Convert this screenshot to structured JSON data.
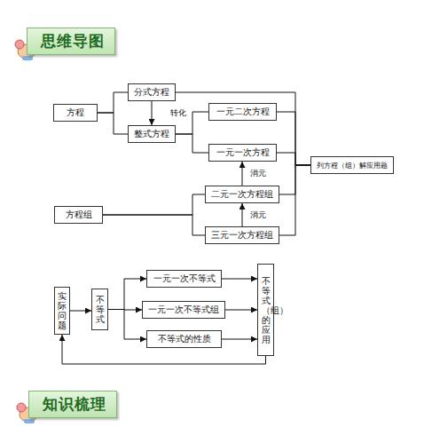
{
  "diagram": {
    "nodes": [
      {
        "text": [
          "思维导图"
        ]
      },
      {
        "text": [
          "方程"
        ]
      },
      {
        "text": [
          "分式方程"
        ]
      },
      {
        "text": [
          "整式方程"
        ]
      },
      {
        "text": [
          "一元二次方程"
        ]
      },
      {
        "text": [
          "一元一次方程"
        ]
      },
      {
        "text": [
          "列方程（组）解应用题"
        ]
      },
      {
        "text": [
          "二元一次方程组"
        ]
      },
      {
        "text": [
          "方程组"
        ]
      },
      {
        "text": [
          "三元一次方程组"
        ]
      },
      {
        "text": [
          "实际问题"
        ]
      },
      {
        "text": [
          "不等式"
        ]
      },
      {
        "text": [
          "一元一次不等式"
        ]
      },
      {
        "text": [
          "一元一次不等式组"
        ]
      },
      {
        "text": [
          "不等式的性质"
        ]
      },
      {
        "text": [
          "不等式（组）的应用"
        ]
      },
      {
        "text": [
          "知识梳理"
        ]
      }
    ],
    "edges": [
      {
        "from": 1,
        "to": 2,
        "arrow": "none"
      },
      {
        "from": 1,
        "to": 3,
        "arrow": "none"
      },
      {
        "from": 2,
        "to": 3,
        "arrow": "to",
        "label": "转化"
      },
      {
        "from": 3,
        "to": 4,
        "arrow": "none"
      },
      {
        "from": 3,
        "to": 5,
        "arrow": "none"
      },
      {
        "from": 9,
        "to": 7,
        "arrow": "to",
        "label": "消元"
      },
      {
        "from": 7,
        "to": 5,
        "arrow": "to",
        "label": "消元"
      },
      {
        "from": 8,
        "to": 7,
        "arrow": "none"
      },
      {
        "from": 8,
        "to": 9,
        "arrow": "none"
      },
      {
        "from": 2,
        "to": 6,
        "arrow": "none"
      },
      {
        "from": 4,
        "to": 6,
        "arrow": "none"
      },
      {
        "from": 5,
        "to": 6,
        "arrow": "none"
      },
      {
        "from": 7,
        "to": 6,
        "arrow": "none"
      },
      {
        "from": 9,
        "to": 6,
        "arrow": "none"
      },
      {
        "from": 10,
        "to": 11,
        "arrow": "to"
      },
      {
        "from": 11,
        "to": 12,
        "arrow": "to"
      },
      {
        "from": 11,
        "to": 13,
        "arrow": "to"
      },
      {
        "from": 11,
        "to": 14,
        "arrow": "to"
      },
      {
        "from": 12,
        "to": 15,
        "arrow": "to"
      },
      {
        "from": 13,
        "to": 15,
        "arrow": "to"
      },
      {
        "from": 14,
        "to": 15,
        "arrow": "to"
      },
      {
        "from": 15,
        "to": 10,
        "arrow": "to"
      }
    ]
  }
}
